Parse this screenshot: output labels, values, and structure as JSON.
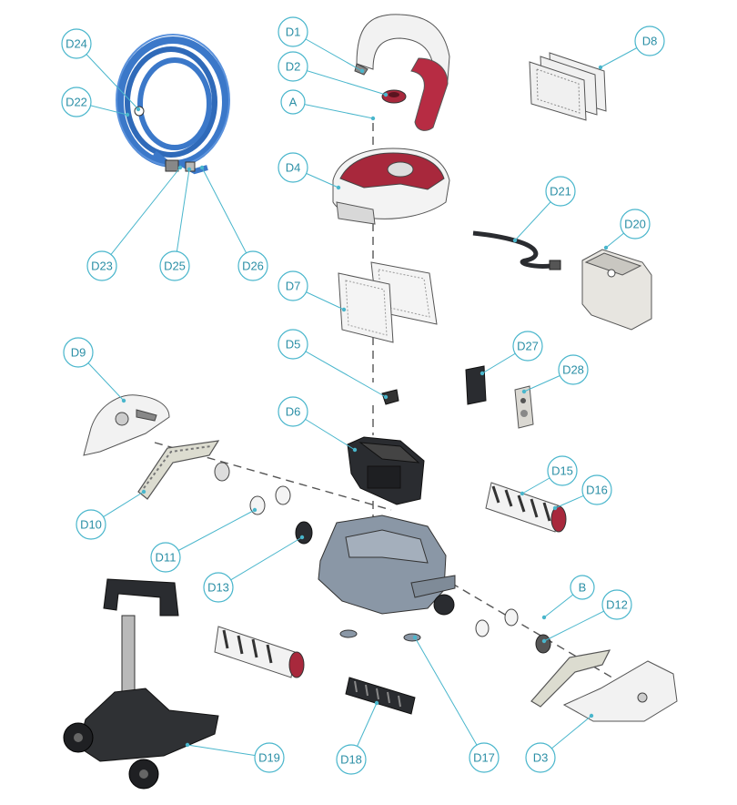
{
  "colors": {
    "label_stroke": "#49b6cc",
    "label_text": "#2b8fa6",
    "cable_blue": "#3b78c9",
    "accent_red": "#a8283c",
    "dark_part": "#2a2c30",
    "chassis": "#8a97a6"
  },
  "labels": [
    {
      "id": "D1",
      "text": "D1"
    },
    {
      "id": "D2",
      "text": "D2"
    },
    {
      "id": "A",
      "text": "A"
    },
    {
      "id": "D4",
      "text": "D4"
    },
    {
      "id": "D7",
      "text": "D7"
    },
    {
      "id": "D5",
      "text": "D5"
    },
    {
      "id": "D6",
      "text": "D6"
    },
    {
      "id": "D8",
      "text": "D8"
    },
    {
      "id": "D21",
      "text": "D21"
    },
    {
      "id": "D20",
      "text": "D20"
    },
    {
      "id": "D27",
      "text": "D27"
    },
    {
      "id": "D28",
      "text": "D28"
    },
    {
      "id": "D15",
      "text": "D15"
    },
    {
      "id": "D16",
      "text": "D16"
    },
    {
      "id": "D24",
      "text": "D24"
    },
    {
      "id": "D22",
      "text": "D22"
    },
    {
      "id": "D23",
      "text": "D23"
    },
    {
      "id": "D25",
      "text": "D25"
    },
    {
      "id": "D26",
      "text": "D26"
    },
    {
      "id": "D9",
      "text": "D9"
    },
    {
      "id": "D10",
      "text": "D10"
    },
    {
      "id": "D11",
      "text": "D11"
    },
    {
      "id": "D13",
      "text": "D13"
    },
    {
      "id": "B",
      "text": "B"
    },
    {
      "id": "D12",
      "text": "D12"
    },
    {
      "id": "D19",
      "text": "D19"
    },
    {
      "id": "D18",
      "text": "D18"
    },
    {
      "id": "D17",
      "text": "D17"
    },
    {
      "id": "D3",
      "text": "D3"
    }
  ]
}
